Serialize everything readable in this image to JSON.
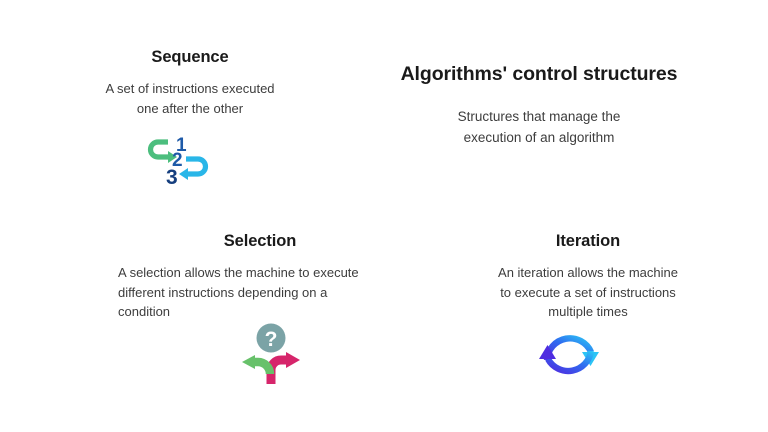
{
  "slide": {
    "background_color": "#ffffff",
    "title_block": {
      "heading": "Algorithms' control structures",
      "body": "Structures that manage the\nexecution of an algorithm"
    },
    "sections": [
      {
        "id": "sequence",
        "heading": "Sequence",
        "body": "A set of instructions executed\none after the other",
        "icon": "sequence-numbers-arrows-icon",
        "icon_colors": {
          "numbers": "#1e5aa8",
          "arrow_top": "#4cbe7e",
          "arrow_bottom": "#29b6e8"
        },
        "icon_labels": [
          "1",
          "2",
          "3"
        ]
      },
      {
        "id": "selection",
        "heading": "Selection",
        "body": "A selection allows the machine to execute\ndifferent instructions depending on a\ncondition",
        "icon": "selection-fork-arrows-icon",
        "icon_colors": {
          "question_circle": "#7ba3a6",
          "arrow_left": "#67c16a",
          "arrow_right": "#d6256b"
        },
        "icon_labels": [
          "?"
        ]
      },
      {
        "id": "iteration",
        "heading": "Iteration",
        "body": "An iteration allows the machine\nto execute a set of instructions\nmultiple times",
        "icon": "iteration-loop-arrows-icon",
        "icon_colors": {
          "gradient_start": "#4f2ce0",
          "gradient_end": "#2cc4f5"
        },
        "icon_labels": []
      }
    ],
    "text_colors": {
      "heading": "#1a1a1a",
      "body": "#3d3d3d"
    }
  }
}
